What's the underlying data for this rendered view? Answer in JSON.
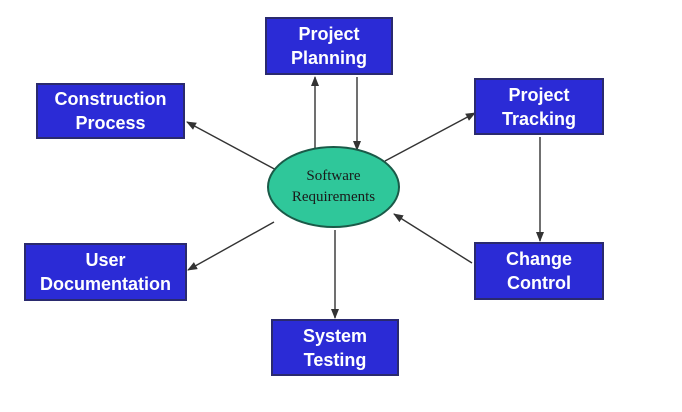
{
  "diagram": {
    "center": {
      "id": "software-requirements",
      "label": "Software\nRequirements",
      "fill": "#2fc79a"
    },
    "nodes": [
      {
        "id": "project-planning",
        "label": "Project\nPlanning"
      },
      {
        "id": "project-tracking",
        "label": "Project\nTracking"
      },
      {
        "id": "construction-process",
        "label": "Construction\nProcess"
      },
      {
        "id": "user-documentation",
        "label": "User\nDocumentation"
      },
      {
        "id": "change-control",
        "label": "Change\nControl"
      },
      {
        "id": "system-testing",
        "label": "System\nTesting"
      }
    ],
    "edges": [
      {
        "from": "software-requirements",
        "to": "project-planning"
      },
      {
        "from": "project-planning",
        "to": "software-requirements"
      },
      {
        "from": "software-requirements",
        "to": "project-tracking"
      },
      {
        "from": "project-tracking",
        "to": "change-control"
      },
      {
        "from": "change-control",
        "to": "software-requirements"
      },
      {
        "from": "software-requirements",
        "to": "construction-process"
      },
      {
        "from": "software-requirements",
        "to": "user-documentation"
      },
      {
        "from": "software-requirements",
        "to": "system-testing"
      }
    ],
    "colors": {
      "box_fill": "#2b2bd6",
      "box_text": "#ffffff",
      "arrow": "#333333"
    }
  }
}
